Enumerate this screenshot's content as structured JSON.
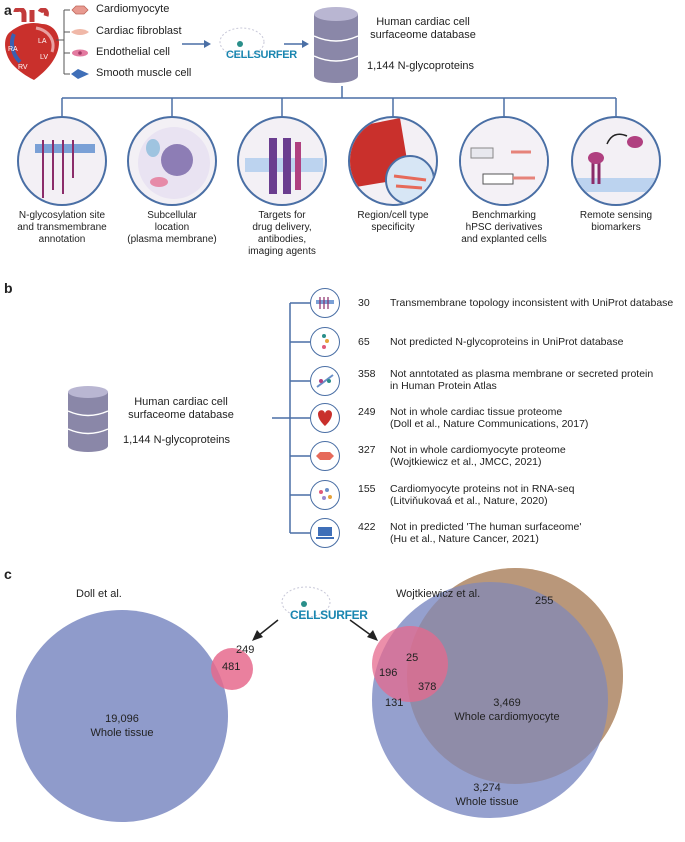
{
  "panel_a": {
    "label": "a",
    "heart_labels": [
      "RA",
      "LA",
      "LV",
      "RV"
    ],
    "cell_types": [
      "Cardiomyocyte",
      "Cardiac fibroblast",
      "Endothelial cell",
      "Smooth muscle cell"
    ],
    "logo": "CELLSURFER",
    "database_line1": "Human cardiac cell",
    "database_line2": "surfaceome database",
    "database_count": "1,144 N-glycoproteins",
    "captions": [
      [
        "N-glycosylation site",
        "and transmembrane",
        "annotation"
      ],
      [
        "Subcellular",
        "location",
        "(plasma membrane)"
      ],
      [
        "Targets for",
        "drug delivery,",
        "antibodies,",
        "imaging agents"
      ],
      [
        "Region/cell type",
        "specificity"
      ],
      [
        "Benchmarking",
        "hPSC derivatives",
        "and explanted cells"
      ],
      [
        "Remote sensing",
        "biomarkers"
      ]
    ]
  },
  "panel_b": {
    "label": "b",
    "database_line1": "Human cardiac cell",
    "database_line2": "surfaceome database",
    "database_count": "1,144 N-glycoproteins",
    "rows": [
      {
        "count": "30",
        "line1": "Transmembrane topology inconsistent with UniProt database",
        "line2": ""
      },
      {
        "count": "65",
        "line1": "Not predicted N-glycoproteins in UniProt database",
        "line2": ""
      },
      {
        "count": "358",
        "line1": "Not anntotated as plasma membrane or secreted protein",
        "line2": "in Human Protein Atlas"
      },
      {
        "count": "249",
        "line1": "Not in whole cardiac tissue proteome",
        "line2": "(Doll et al., Nature Communications, 2017)"
      },
      {
        "count": "327",
        "line1": "Not in whole cardiomyocyte proteome",
        "line2": "(Wojtkiewicz et al., JMCC, 2021)"
      },
      {
        "count": "155",
        "line1": "Cardiomyocyte proteins not in RNA-seq",
        "line2": "(Litviňukovaá et al., Nature, 2020)"
      },
      {
        "count": "422",
        "line1": "Not in predicted 'The human surfaceome'",
        "line2": "(Hu et al., Nature Cancer, 2021)"
      }
    ]
  },
  "panel_c": {
    "label": "c",
    "left_title": "Doll et al.",
    "right_title": "Wojtkiewicz et al.",
    "logo": "CELLSURFER",
    "left": {
      "only_cellsurfer": "249",
      "overlap": "481",
      "only_tissue": "19,096",
      "tissue_label": "Whole tissue"
    },
    "right": {
      "cellsurfer_only": "196",
      "cellsurfer_cm": "25",
      "cellsurfer_all": "378",
      "cellsurfer_tissue": "131",
      "cm_only": "255",
      "cm_tissue": "3,469",
      "cm_label": "Whole cardiomyocyte",
      "tissue_only": "3,274",
      "tissue_label": "Whole tissue"
    }
  },
  "colors": {
    "blue": "#8f9bcb",
    "orange": "#f2b45f",
    "pink": "#e66a8d",
    "purple": "#6f6aa8",
    "line": "#4a6fa5"
  }
}
